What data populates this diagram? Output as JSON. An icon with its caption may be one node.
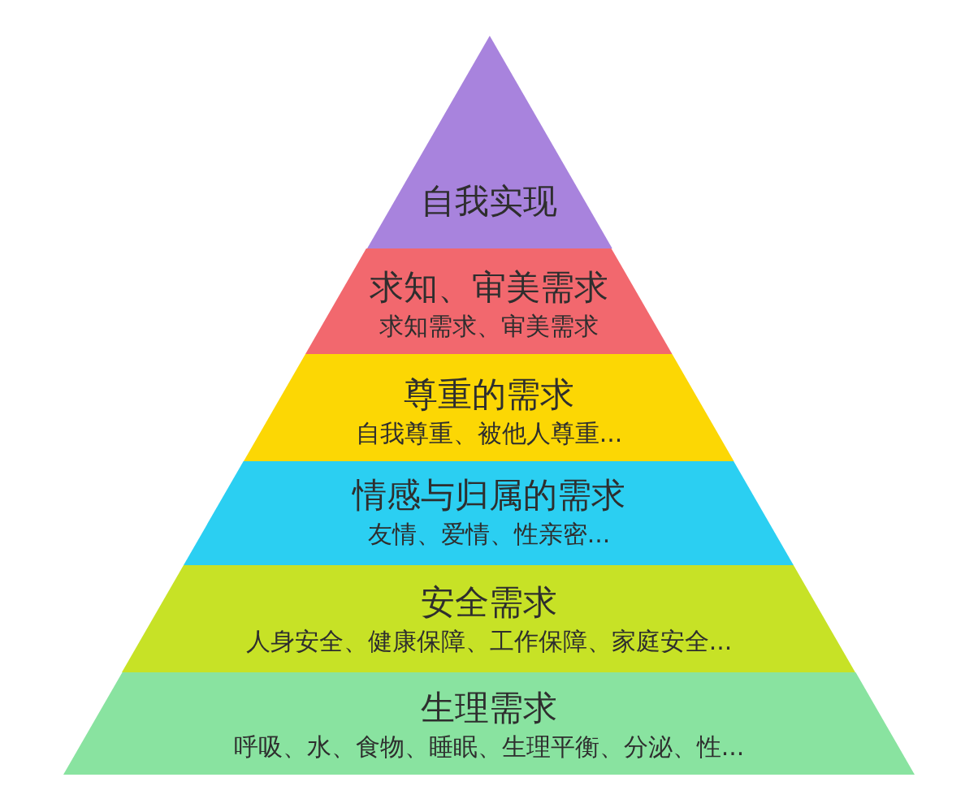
{
  "diagram": {
    "nodes": [
      {
        "text": [
          "自我实现"
        ]
      },
      {
        "text": [
          "求知、审美需求",
          "求知需求、审美需求"
        ]
      },
      {
        "text": [
          "尊重的需求",
          "自我尊重、被他人尊重..."
        ]
      },
      {
        "text": [
          "情感与归属的需求",
          "友情、爱情、性亲密..."
        ]
      },
      {
        "text": [
          "安全需求",
          "人身安全、健康保障、工作保障、家庭安全..."
        ]
      },
      {
        "text": [
          "生理需求",
          "呼吸、水、食物、睡眠、生理平衡、分泌、性..."
        ]
      }
    ]
  }
}
